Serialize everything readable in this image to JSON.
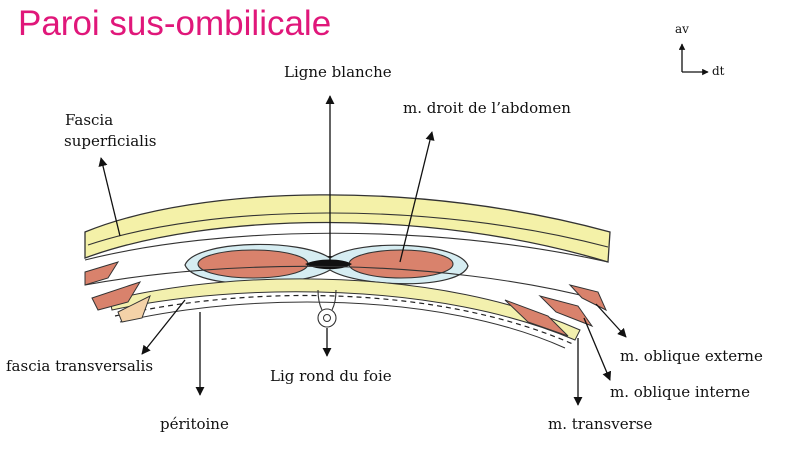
{
  "title": "Paroi sus-ombilicale",
  "orientation": {
    "up": "av",
    "right": "dt"
  },
  "labels": {
    "ligne_blanche": "Ligne blanche",
    "droit": "m. droit de l’abdomen",
    "fascia_sup_1": "Fascia",
    "fascia_sup_2": "superficialis",
    "fascia_transversalis": "fascia transversalis",
    "lig_rond": "Lig rond du foie",
    "peritoine": "péritoine",
    "oblique_externe": "m. oblique externe",
    "oblique_interne": "m. oblique interne",
    "transverse": "m. transverse"
  },
  "colors": {
    "title": "#e0177a",
    "muscle": "#d9826c",
    "fat": "#f2ef9c",
    "fascia": "#9ad0dc"
  }
}
